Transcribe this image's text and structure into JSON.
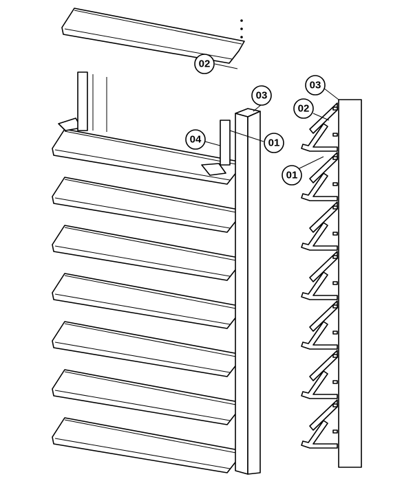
{
  "exploded_view": {
    "labels": {
      "blade_top": "02",
      "column": "03",
      "fixing": "04",
      "bracket": "01"
    }
  },
  "section_view": {
    "labels": {
      "column": "03",
      "blade": "02",
      "bracket": "01"
    }
  }
}
